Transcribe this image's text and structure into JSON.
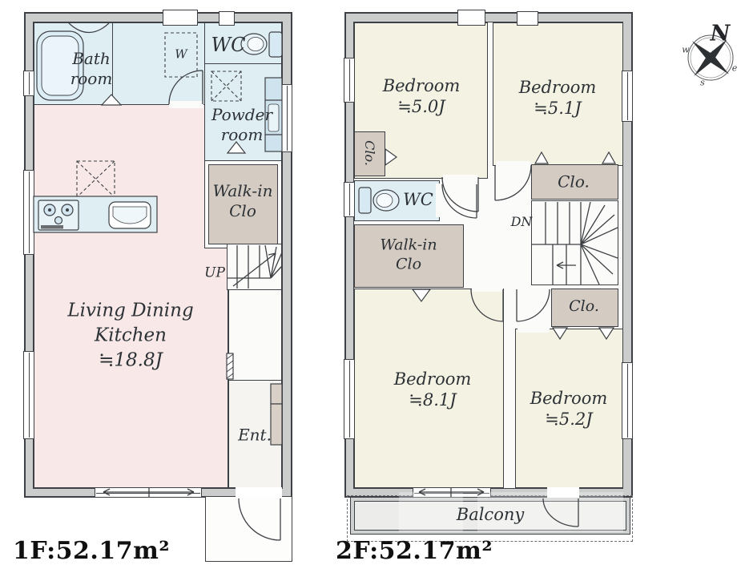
{
  "floor1": {
    "area_label": "1F:52.17m²",
    "bath_line1": "Bath",
    "bath_line2": "room",
    "washer_label": "W",
    "wc_label": "WC",
    "powder_line1": "Powder",
    "powder_line2": "room",
    "walkin_line1": "Walk-in",
    "walkin_line2": "Clo",
    "ldk_line1": "Living Dining",
    "ldk_line2": "Kitchen",
    "ldk_size": "≒18.8J",
    "stairs_label": "UP",
    "entrance_label": "Ent."
  },
  "floor2": {
    "area_label": "2F:52.17m²",
    "bedroom_nw_name": "Bedroom",
    "bedroom_nw_size": "≒5.0J",
    "bedroom_ne_name": "Bedroom",
    "bedroom_ne_size": "≒5.1J",
    "bedroom_sw_name": "Bedroom",
    "bedroom_sw_size": "≒8.1J",
    "bedroom_se_name": "Bedroom",
    "bedroom_se_size": "≒5.2J",
    "closet_left_label": "Clo.",
    "closet_topright_label": "Clo.",
    "closet_bottomright_label": "Clo.",
    "wc_label": "WC",
    "walkin_line1": "Walk-in",
    "walkin_line2": "Clo",
    "stairs_label": "DN",
    "balcony_label": "Balcony"
  },
  "compass": {
    "north": "N",
    "west": "w",
    "east": "e",
    "south": "s"
  },
  "colors": {
    "ink": "#3d4044",
    "wallfill": "#cbcccc",
    "floor": "#fbfbf9",
    "water": "#dfeef3",
    "ldk": "#f8e9e8",
    "bedroom": "#f4f2e2",
    "closet": "#d4cbc2",
    "balcony": "#ececea",
    "fixture": "#e7f2f8"
  }
}
